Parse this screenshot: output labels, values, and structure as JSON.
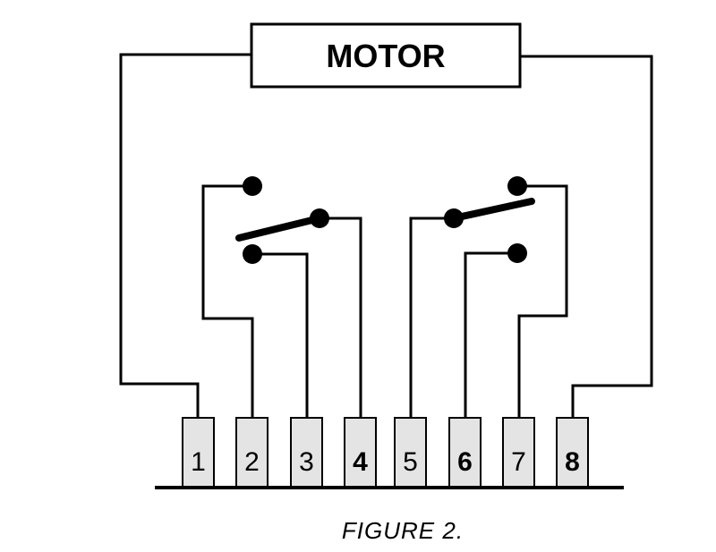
{
  "motor": {
    "label": "MOTOR"
  },
  "terminals": [
    {
      "label": "1",
      "bold": false
    },
    {
      "label": "2",
      "bold": false
    },
    {
      "label": "3",
      "bold": false
    },
    {
      "label": "4",
      "bold": true
    },
    {
      "label": "5",
      "bold": false
    },
    {
      "label": "6",
      "bold": true
    },
    {
      "label": "7",
      "bold": false
    },
    {
      "label": "8",
      "bold": true
    }
  ],
  "caption": "FIGURE 2.",
  "colors": {
    "ink": "#000000",
    "terminal_fill": "#e4e4e4",
    "background": "#ffffff"
  }
}
